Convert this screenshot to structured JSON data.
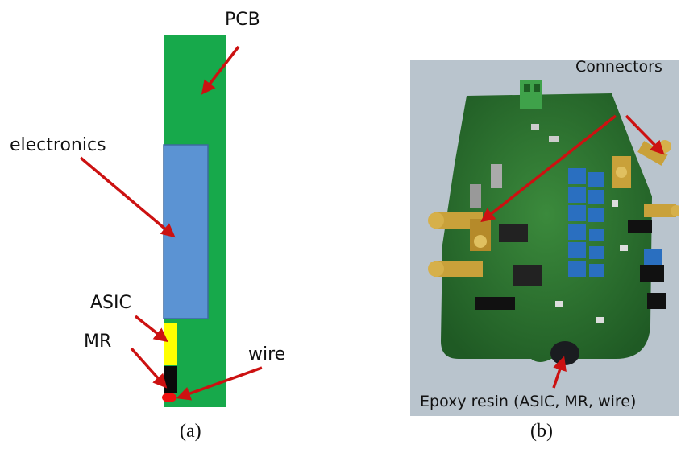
{
  "panel_a": {
    "labels": {
      "pcb": "PCB",
      "electronics": "electronics",
      "asic": "ASIC",
      "mr": "MR",
      "wire": "wire"
    },
    "colors": {
      "pcb": "#17a94b",
      "electronics": "#5b93d3",
      "electronics_border": "#3d6aa0",
      "asic": "#ffff00",
      "mr": "#0a0a0a",
      "wire": "#ee1111",
      "arrow": "#cc1111"
    },
    "caption": "(a)"
  },
  "panel_b": {
    "labels": {
      "connectors": "Connectors",
      "epoxy": "Epoxy resin (ASIC, MR, wire)"
    },
    "colors": {
      "background": "#b9c4cd",
      "board": "#2f7a33",
      "component_blue": "#2a6fc0",
      "connector_gold": "#c9a13a",
      "epoxy": "#1a1c20",
      "arrow": "#cc1111"
    },
    "caption": "(b)"
  }
}
